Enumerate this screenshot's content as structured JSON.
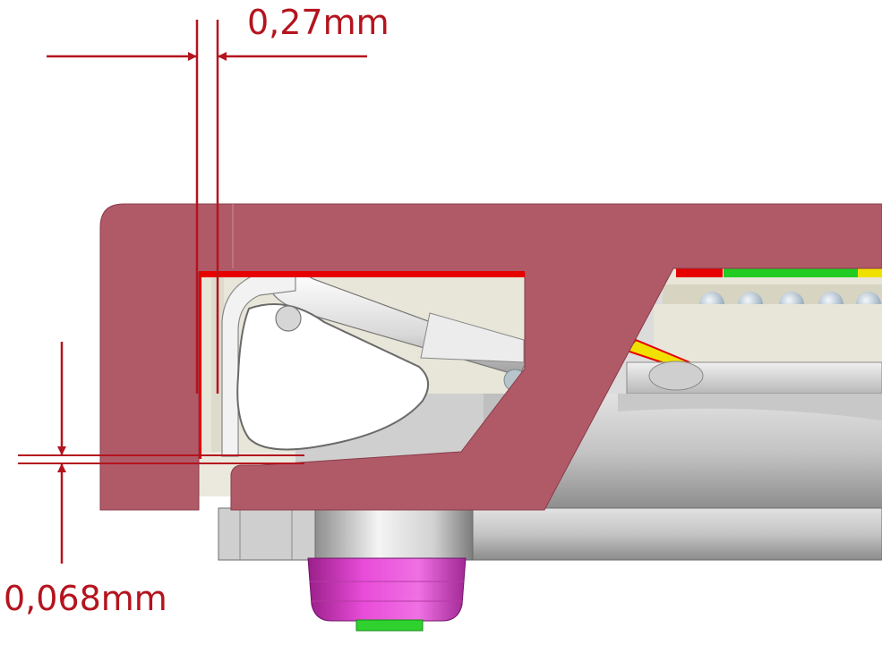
{
  "dimensions": {
    "top_gap": "0,27mm",
    "bottom_gap": "0,068mm"
  },
  "colors": {
    "housing": "#b05a68",
    "dimension_line": "#b4141e",
    "highlight_red": "#e60000",
    "highlight_green": "#22cc22",
    "highlight_yellow": "#f0e000",
    "foot": "#e040d0",
    "steel_light": "#e8e8e8",
    "steel_dark": "#8a8a8a",
    "inner_panel": "#e8e6d8"
  },
  "icons": {
    "arrow": "arrowhead",
    "bearing_balls": "ball-bearings"
  }
}
